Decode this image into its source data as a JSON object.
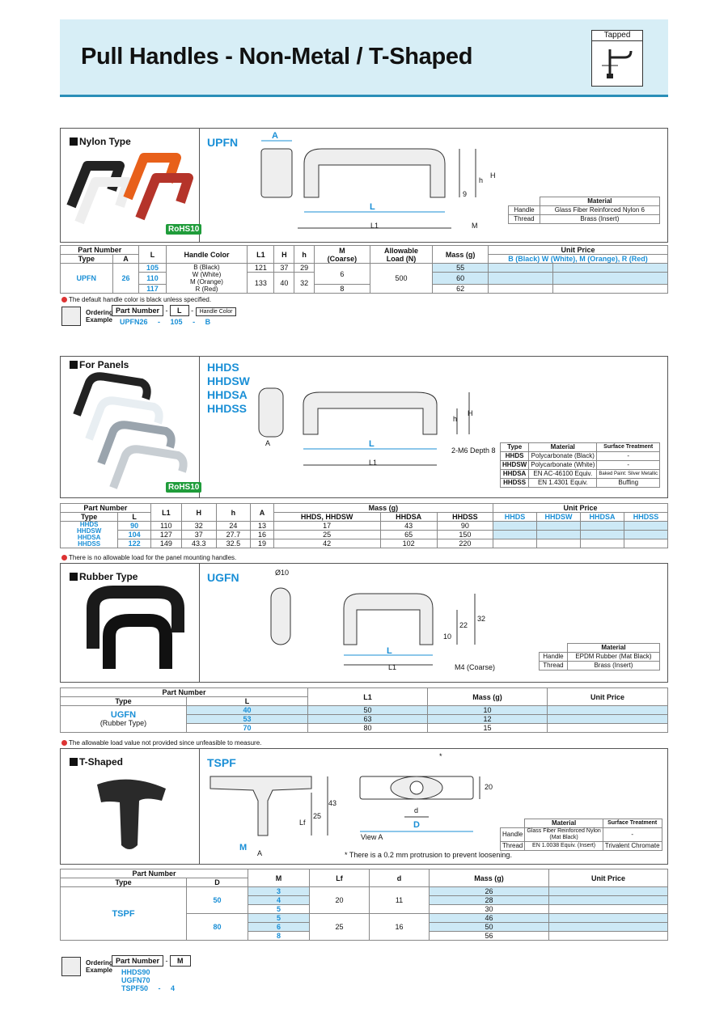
{
  "title": "Pull Handles - Non-Metal / T-Shaped",
  "tapped": "Tapped",
  "nylon": {
    "label": "Nylon Type",
    "code": "UPFN",
    "rohs": "RoHS10",
    "dims": {
      "A": "A",
      "L": "L",
      "L1": "L1",
      "M": "M",
      "H": "H",
      "h": "h",
      "nine": "9"
    },
    "material": {
      "header": "Material",
      "rows": [
        [
          "Handle",
          "Glass Fiber Reinforced Nylon 6"
        ],
        [
          "Thread",
          "Brass (Insert)"
        ]
      ]
    },
    "table": {
      "h_pn": "Part Number",
      "h_type": "Type",
      "h_a": "A",
      "h_l": "L",
      "h_color": "Handle Color",
      "h_l1": "L1",
      "h_H": "H",
      "h_h": "h",
      "h_m": "M",
      "h_m2": "(Coarse)",
      "h_load": "Allowable",
      "h_load2": "Load (N)",
      "h_mass": "Mass (g)",
      "h_price": "Unit Price",
      "type": "UPFN",
      "a": "26",
      "l": [
        "105",
        "110",
        "117"
      ],
      "colors": [
        "B (Black)",
        "W (White)",
        "M (Orange)",
        "R (Red)"
      ],
      "l1": [
        "121",
        "133"
      ],
      "H": [
        "37",
        "40"
      ],
      "h": [
        "29",
        "32"
      ],
      "m": [
        "6",
        "8"
      ],
      "load": "500",
      "mass": [
        "55",
        "60",
        "62"
      ],
      "p_b": "B (Black)",
      "p_w": "W (White),",
      "p_m": "M (Orange),",
      "p_r": "R (Red)"
    },
    "note": "The default handle color is black unless specified.",
    "order": {
      "label1": "Ordering",
      "label2": "Example",
      "pn": "Part Number",
      "dash": "-",
      "l": "L",
      "hc": "Handle Color",
      "ex": [
        "UPFN26",
        "-",
        "105",
        "-",
        "B"
      ]
    }
  },
  "panel": {
    "label": "For Panels",
    "codes": [
      "HHDS",
      "HHDSW",
      "HHDSA",
      "HHDSS"
    ],
    "rohs": "RoHS10",
    "dims": {
      "A": "A",
      "L": "L",
      "L1": "L1",
      "H": "H",
      "h": "h",
      "m6": "2-M6 Depth 8"
    },
    "material": {
      "h_type": "Type",
      "h_mat": "Material",
      "h_surf": "Surface Treatment",
      "rows": [
        [
          "HHDS",
          "Polycarbonate (Black)",
          "-"
        ],
        [
          "HHDSW",
          "Polycarbonate (White)",
          "-"
        ],
        [
          "HHDSA",
          "EN AC-46100 Equiv.",
          "Baked Paint: Silver Metallic"
        ],
        [
          "HHDSS",
          "EN 1.4301 Equiv.",
          "Buffing"
        ]
      ]
    },
    "table": {
      "h_pn": "Part Number",
      "h_type": "Type",
      "h_l": "L",
      "h_l1": "L1",
      "h_H": "H",
      "h_h": "h",
      "h_a": "A",
      "h_mass": "Mass (g)",
      "h_m1": "HHDS, HHDSW",
      "h_m2": "HHDSA",
      "h_m3": "HHDSS",
      "h_price": "Unit Price",
      "p": [
        "HHDS",
        "HHDSW",
        "HHDSA",
        "HHDSS"
      ],
      "types": [
        "HHDS",
        "HHDSW",
        "HHDSA",
        "HHDSS"
      ],
      "rows": [
        [
          "90",
          "110",
          "32",
          "24",
          "13",
          "17",
          "43",
          "90"
        ],
        [
          "104",
          "127",
          "37",
          "27.7",
          "16",
          "25",
          "65",
          "150"
        ],
        [
          "122",
          "149",
          "43.3",
          "32.5",
          "19",
          "42",
          "102",
          "220"
        ]
      ]
    },
    "note": "There is no allowable load for the panel mounting handles."
  },
  "rubber": {
    "label": "Rubber Type",
    "code": "UGFN",
    "dims": {
      "d10": "Ø10",
      "L": "L",
      "L1": "L1",
      "m4": "M4 (Coarse)",
      "d32": "32",
      "d22": "22",
      "d10b": "10"
    },
    "material": {
      "header": "Material",
      "rows": [
        [
          "Handle",
          "EPDM Rubber (Mat Black)"
        ],
        [
          "Thread",
          "Brass (Insert)"
        ]
      ]
    },
    "table": {
      "h_pn": "Part Number",
      "h_type": "Type",
      "h_l": "L",
      "h_l1": "L1",
      "h_mass": "Mass (g)",
      "h_price": "Unit Price",
      "type": "UGFN",
      "type2": "(Rubber Type)",
      "rows": [
        [
          "40",
          "50",
          "10"
        ],
        [
          "53",
          "63",
          "12"
        ],
        [
          "70",
          "80",
          "15"
        ]
      ]
    },
    "note": "The allowable load value not provided since unfeasible to measure."
  },
  "tshape": {
    "label": "T-Shaped",
    "code": "TSPF",
    "dims": {
      "lf": "Lf",
      "d25": "25",
      "d43": "43",
      "M": "M",
      "A": "A",
      "view": "View A",
      "d": "d",
      "D": "D",
      "d20": "20",
      "star": "*"
    },
    "footnote": "* There is a 0.2 mm protrusion to prevent loosening.",
    "material": {
      "h_mat": "Material",
      "h_surf": "Surface Treatment",
      "rows": [
        [
          "Handle",
          "Glass Fiber Reinforced Nylon",
          "(Mat Black)",
          "-"
        ],
        [
          "Thread",
          "EN 1.0038 Equiv. (Insert)",
          "Trivalent Chromate"
        ]
      ]
    },
    "table": {
      "h_pn": "Part Number",
      "h_type": "Type",
      "h_d": "D",
      "h_m": "M",
      "h_lf": "Lf",
      "h_dd": "d",
      "h_mass": "Mass (g)",
      "h_price": "Unit Price",
      "type": "TSPF",
      "g": [
        {
          "D": "50",
          "lf": "20",
          "d": "11",
          "m": [
            "3",
            "4",
            "5"
          ],
          "mass": [
            "26",
            "28",
            "30"
          ]
        },
        {
          "D": "80",
          "lf": "25",
          "d": "16",
          "m": [
            "5",
            "6",
            "8"
          ],
          "mass": [
            "46",
            "50",
            "56"
          ]
        }
      ]
    }
  },
  "order2": {
    "label1": "Ordering",
    "label2": "Example",
    "pn": "Part Number",
    "dash": "-",
    "m": "M",
    "ex": [
      "HHDS90",
      "UGFN70",
      "TSPF50"
    ],
    "ex_dash": "-",
    "ex_m": "4"
  }
}
